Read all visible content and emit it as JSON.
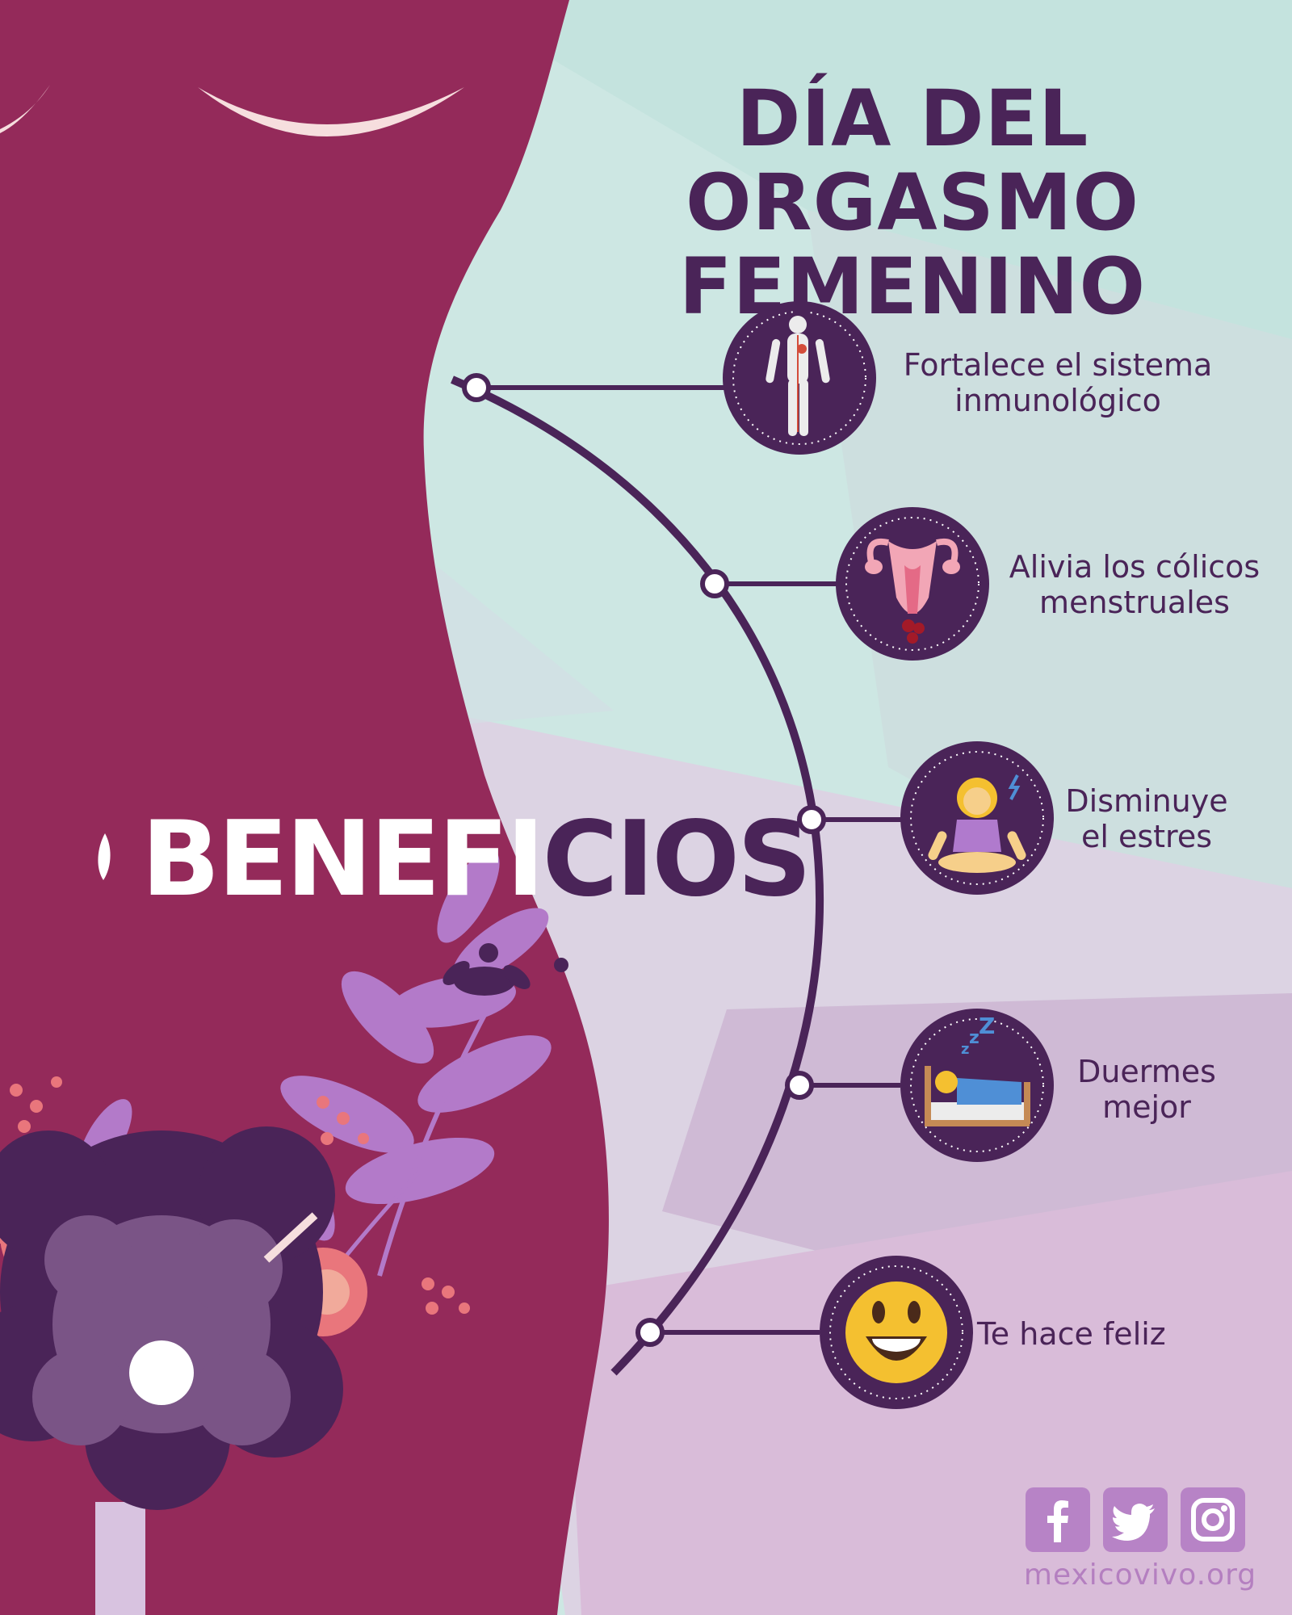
{
  "title": {
    "line1": "DÍA DEL ORGASMO",
    "line2": "FEMENINO"
  },
  "heading": {
    "light_part": "BENEFI",
    "dark_part": "CIOS"
  },
  "benefits": [
    {
      "line1": "Fortalece el sistema",
      "line2": "inmunológico",
      "icon": "human-body-icon"
    },
    {
      "line1": "Alivia los cólicos",
      "line2": "menstruales",
      "icon": "uterus-icon"
    },
    {
      "line1": "Disminuye",
      "line2": "el estres",
      "icon": "meditating-woman-icon"
    },
    {
      "line1": "Duermes",
      "line2": "mejor",
      "icon": "sleeping-in-bed-icon"
    },
    {
      "line1": "Te hace feliz",
      "line2": "",
      "icon": "smiley-face-icon"
    }
  ],
  "social": [
    "facebook-icon",
    "twitter-icon",
    "instagram-icon"
  ],
  "website": "mexicovivo.org",
  "colors": {
    "silhouette": "#942a5a",
    "dark_purple": "#4a2458",
    "mint": "#cfe6e2",
    "lavender": "#d9c6e0",
    "social_bg": "#b783c6"
  }
}
